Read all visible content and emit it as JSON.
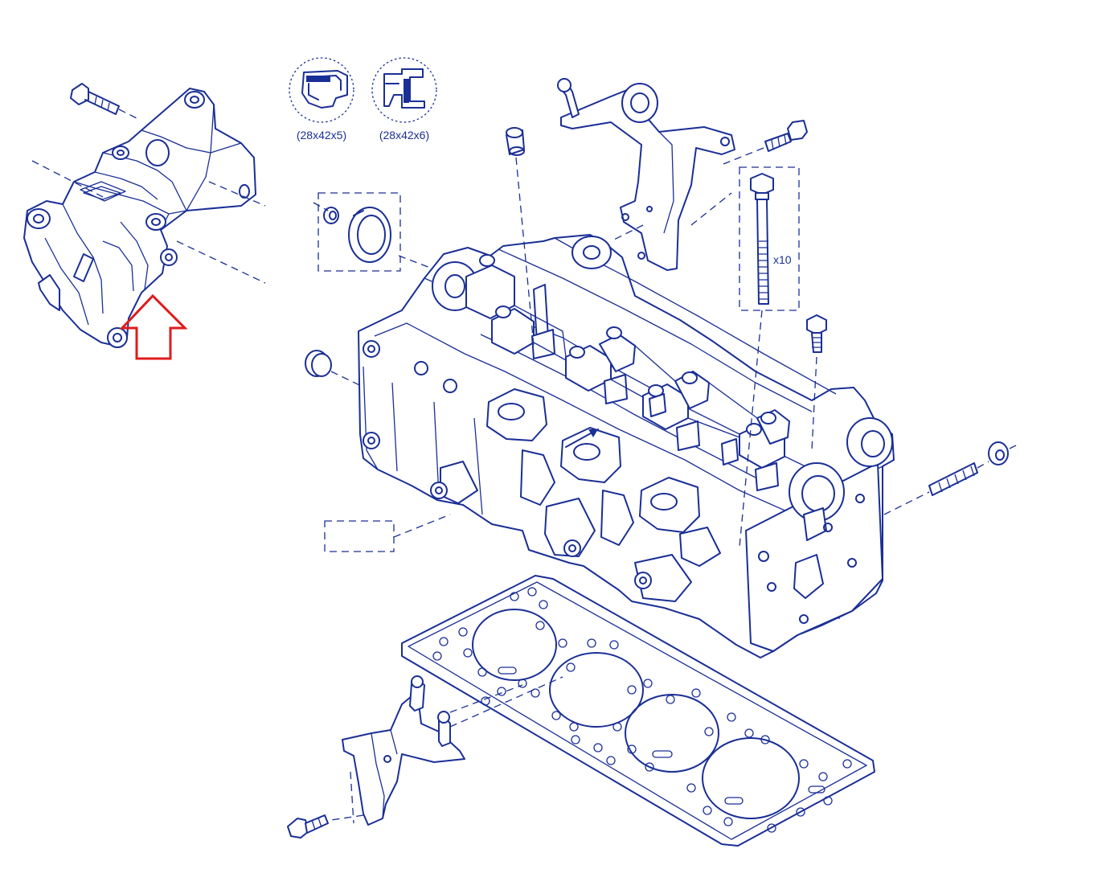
{
  "labels": {
    "seal_a": "(28x42x5)",
    "seal_b": "(28x42x6)",
    "bolt_qty": "x10"
  },
  "colors": {
    "line": "#1a2f95",
    "highlight": "#e01b1b",
    "background": "#ffffff"
  },
  "highlight": {
    "shape": "arrow-up",
    "target": "engine-support-bracket"
  }
}
